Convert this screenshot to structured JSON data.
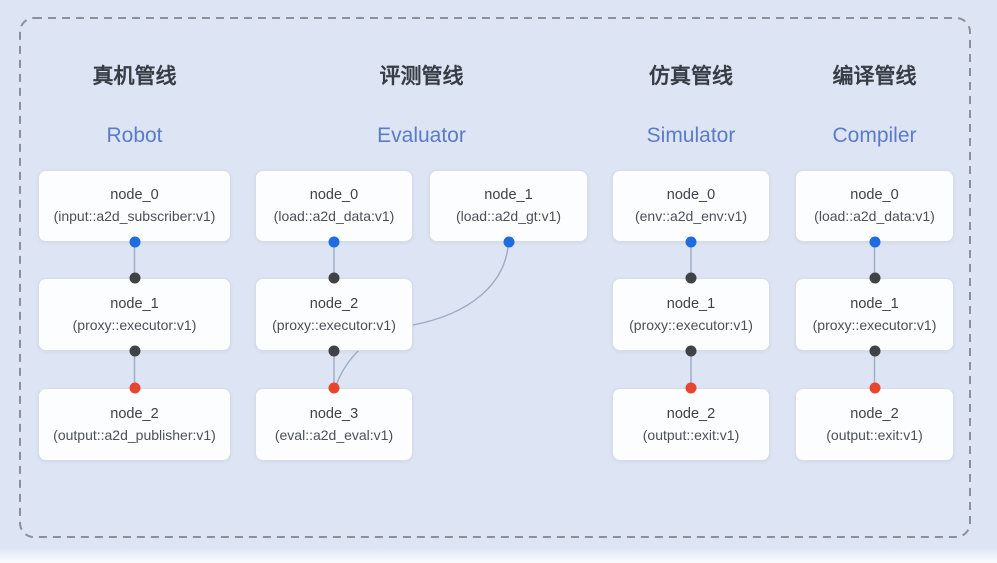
{
  "colors": {
    "canvas_bg": "#dde4f4",
    "frame_dash": "#8b9099",
    "edge": "#9fabc2",
    "source_port": "#1f6be0",
    "target_port": "#3f4347",
    "result_port": "#e8452e",
    "title_color": "#383d45",
    "subtitle_color": "#5a7cc8"
  },
  "pipelines": [
    {
      "id": "robot",
      "title": "真机管线",
      "subtitle": "Robot",
      "nodes": [
        {
          "name": "node_0",
          "type": "(input::a2d_subscriber:v1)"
        },
        {
          "name": "node_1",
          "type": "(proxy::executor:v1)"
        },
        {
          "name": "node_2",
          "type": "(output::a2d_publisher:v1)"
        }
      ]
    },
    {
      "id": "evaluator",
      "title": "评测管线",
      "subtitle": "Evaluator",
      "nodes": [
        {
          "name": "node_0",
          "type": "(load::a2d_data:v1)"
        },
        {
          "name": "node_2",
          "type": "(proxy::executor:v1)"
        },
        {
          "name": "node_3",
          "type": "(eval::a2d_eval:v1)"
        },
        {
          "name": "node_1",
          "type": "(load::a2d_gt:v1)"
        }
      ]
    },
    {
      "id": "simulator",
      "title": "仿真管线",
      "subtitle": "Simulator",
      "nodes": [
        {
          "name": "node_0",
          "type": "(env::a2d_env:v1)"
        },
        {
          "name": "node_1",
          "type": "(proxy::executor:v1)"
        },
        {
          "name": "node_2",
          "type": "(output::exit:v1)"
        }
      ]
    },
    {
      "id": "compiler",
      "title": "编译管线",
      "subtitle": "Compiler",
      "nodes": [
        {
          "name": "node_0",
          "type": "(load::a2d_data:v1)"
        },
        {
          "name": "node_1",
          "type": "(proxy::executor:v1)"
        },
        {
          "name": "node_2",
          "type": "(output::exit:v1)"
        }
      ]
    }
  ]
}
